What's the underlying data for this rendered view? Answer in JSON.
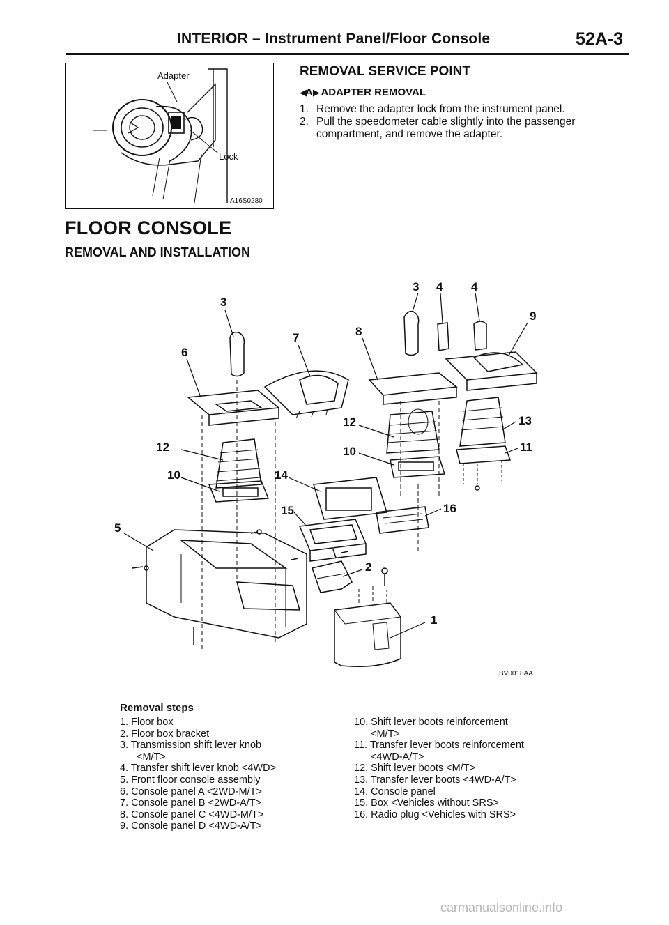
{
  "header": {
    "title": "INTERIOR – Instrument Panel/Floor Console",
    "page_number": "52A-3"
  },
  "adapter_figure": {
    "label_adapter": "Adapter",
    "label_lock": "Lock",
    "code": "A16S0280"
  },
  "removal_service_point": {
    "title": "REMOVAL SERVICE POINT",
    "subtitle_marker": "A",
    "subtitle": "ADAPTER REMOVAL",
    "steps": [
      {
        "num": "1.",
        "text": "Remove the adapter lock from the instrument panel."
      },
      {
        "num": "2.",
        "text": "Pull the speedometer cable slightly into the passenger compartment, and remove the adapter."
      }
    ]
  },
  "floor_console": {
    "title": "FLOOR CONSOLE",
    "subtitle": "REMOVAL AND INSTALLATION",
    "diagram_code": "BV0018AA",
    "callouts": {
      "c1": "1",
      "c2": "2",
      "c3a": "3",
      "c3b": "3",
      "c4a": "4",
      "c4b": "4",
      "c5": "5",
      "c6": "6",
      "c7": "7",
      "c8": "8",
      "c9": "9",
      "c10a": "10",
      "c10b": "10",
      "c11": "11",
      "c12a": "12",
      "c12b": "12",
      "c13": "13",
      "c14": "14",
      "c15": "15",
      "c16": "16"
    }
  },
  "removal_steps": {
    "heading": "Removal steps",
    "left": [
      {
        "text": "1. Floor box",
        "cont": false
      },
      {
        "text": "2. Floor box bracket",
        "cont": false
      },
      {
        "text": "3. Transmission shift lever knob",
        "cont": false
      },
      {
        "text": "<M/T>",
        "cont": true
      },
      {
        "text": "4. Transfer shift lever knob <4WD>",
        "cont": false
      },
      {
        "text": "5. Front floor console assembly",
        "cont": false
      },
      {
        "text": "6. Console panel A <2WD-M/T>",
        "cont": false
      },
      {
        "text": "7. Console panel B <2WD-A/T>",
        "cont": false
      },
      {
        "text": "8. Console panel C <4WD-M/T>",
        "cont": false
      },
      {
        "text": "9. Console panel D <4WD-A/T>",
        "cont": false
      }
    ],
    "right": [
      {
        "text": "10. Shift lever boots reinforcement",
        "cont": false
      },
      {
        "text": "<M/T>",
        "cont": true
      },
      {
        "text": "11. Transfer lever boots reinforcement",
        "cont": false
      },
      {
        "text": "<4WD-A/T>",
        "cont": true
      },
      {
        "text": "12. Shift lever boots <M/T>",
        "cont": false
      },
      {
        "text": "13. Transfer lever boots <4WD-A/T>",
        "cont": false
      },
      {
        "text": "14. Console panel",
        "cont": false
      },
      {
        "text": "15. Box <Vehicles without SRS>",
        "cont": false
      },
      {
        "text": "16. Radio plug <Vehicles with SRS>",
        "cont": false
      }
    ]
  },
  "watermark": "carmanualsonline.info"
}
